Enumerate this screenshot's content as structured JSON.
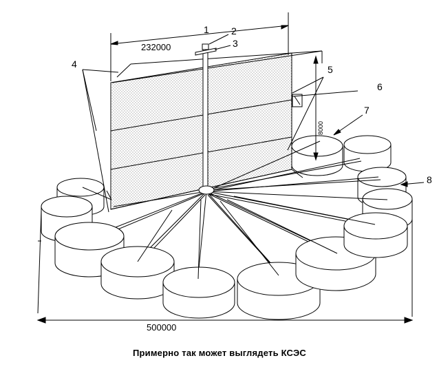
{
  "dimensions": {
    "panel_width": "232000",
    "panel_height": "8000",
    "base_span": "500000"
  },
  "callouts": [
    "1",
    "2",
    "3",
    "4",
    "5",
    "6",
    "7",
    "8"
  ],
  "caption": "Примерно так может выглядеть КСЭС",
  "colors": {
    "line": "#000000",
    "panel_dots": "#555555",
    "background": "#ffffff"
  }
}
